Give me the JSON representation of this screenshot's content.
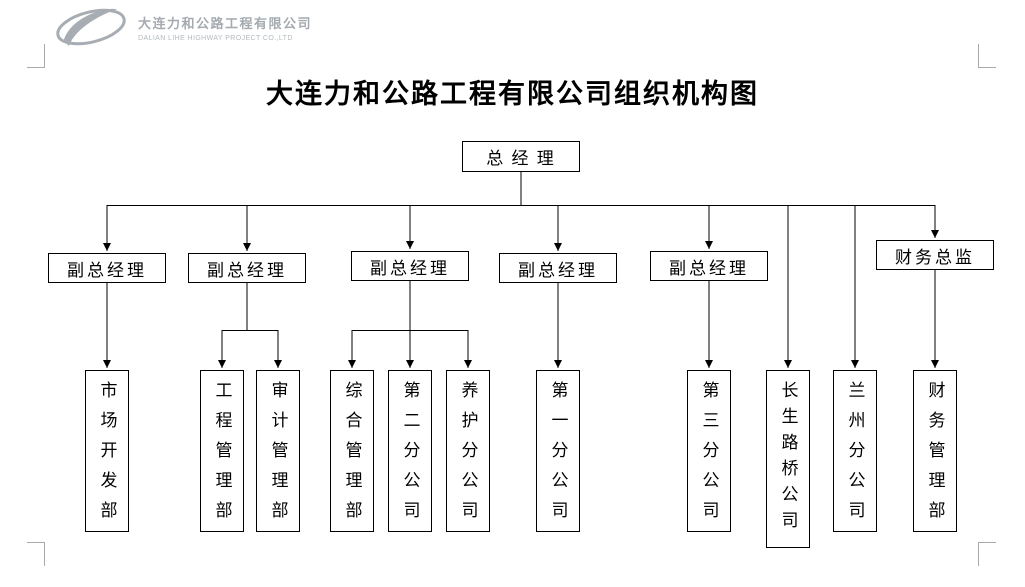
{
  "page": {
    "title": "大连力和公路工程有限公司组织机构图"
  },
  "logo": {
    "company_cn": "大连力和公路工程有限公司",
    "company_en": "DALIAN LIHE HIGHWAY PROJECT CO.,LTD"
  },
  "colors": {
    "line": "#000000",
    "logo_gray": "#a7adb3"
  },
  "chart": {
    "root": {
      "label": "总 经 理"
    },
    "level2": [
      {
        "label": "副总经理"
      },
      {
        "label": "副总经理"
      },
      {
        "label": "副总经理"
      },
      {
        "label": "副总经理"
      },
      {
        "label": "副总经理"
      },
      {
        "label": "财务总监"
      }
    ],
    "level3": [
      {
        "label": "市场开发部"
      },
      {
        "label": "工程管理部"
      },
      {
        "label": "审计管理部"
      },
      {
        "label": "综合管理部"
      },
      {
        "label": "第二分公司"
      },
      {
        "label": "养护分公司"
      },
      {
        "label": "第一分公司"
      },
      {
        "label": "第三分公司"
      },
      {
        "label": "长生路桥公司"
      },
      {
        "label": "兰州分公司"
      },
      {
        "label": "财务管理部"
      }
    ]
  }
}
